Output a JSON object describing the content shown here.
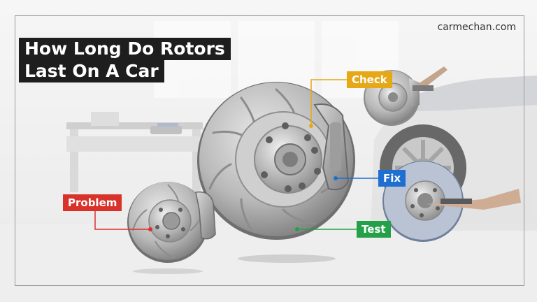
{
  "title": {
    "line1": "How Long Do Rotors",
    "line2": "Last On A Car"
  },
  "watermark": "carmechan.com",
  "callouts": {
    "check": {
      "label": "Check",
      "color": "#e6a817"
    },
    "fix": {
      "label": "Fix",
      "color": "#1f6fd1"
    },
    "problem": {
      "label": "Problem",
      "color": "#d8322b"
    },
    "test": {
      "label": "Test",
      "color": "#24a148"
    }
  },
  "colors": {
    "frame": "#9a9a9a",
    "title_bg": "#1e1e1e"
  }
}
